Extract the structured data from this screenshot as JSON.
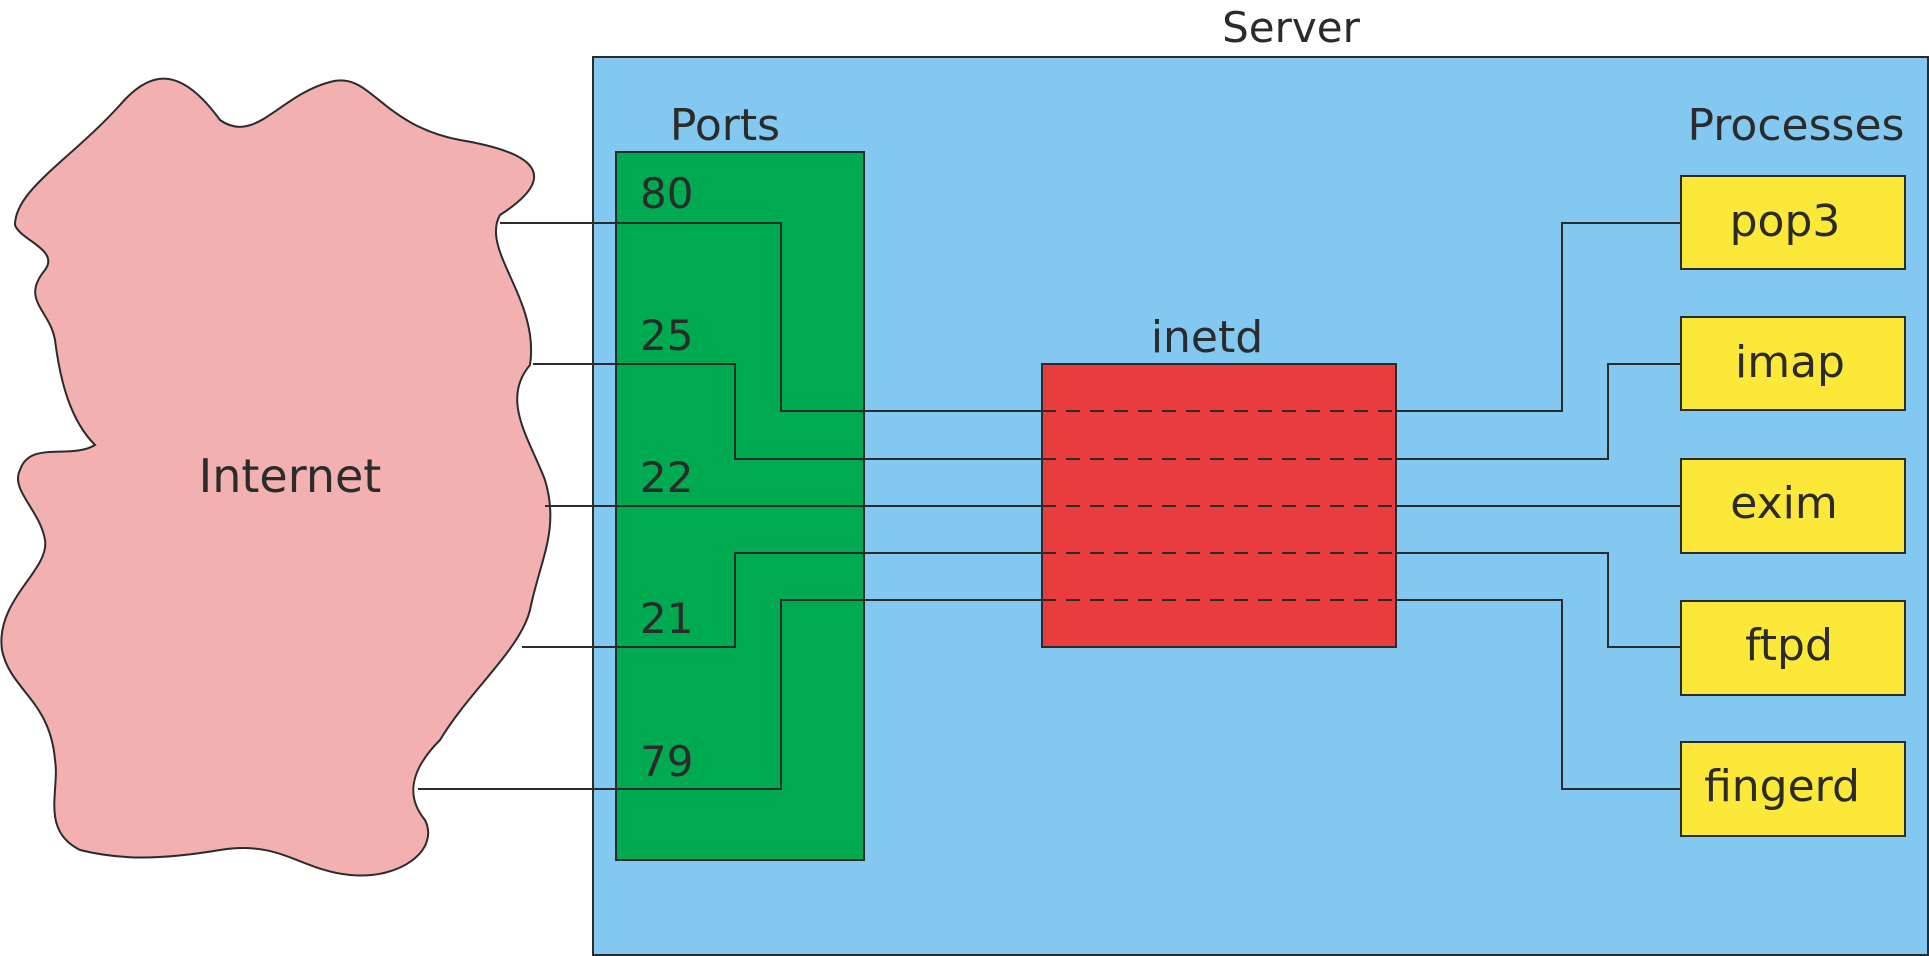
{
  "server": {
    "title": "Server"
  },
  "ports": {
    "heading": "Ports",
    "items": [
      "80",
      "25",
      "22",
      "21",
      "79"
    ]
  },
  "internet": {
    "label": "Internet"
  },
  "inetd": {
    "label": "inetd"
  },
  "processes": {
    "heading": "Processes",
    "items": [
      "pop3",
      "imap",
      "exim",
      "ftpd",
      "fingerd"
    ]
  },
  "colors": {
    "server_bg": "#82c8f0",
    "ports_bg": "#00aa50",
    "inetd_bg": "#e83c3e",
    "process_bg": "#fce838",
    "internet_bg": "#f2b0b0",
    "line": "#2b2b2b"
  }
}
